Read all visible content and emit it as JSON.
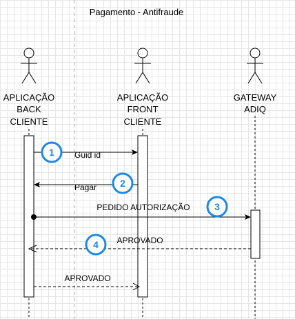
{
  "title": "Pagamento - Antifraude",
  "actors": [
    {
      "id": "back",
      "lines": [
        "APLICAÇÃO",
        "BACK",
        "CLIENTE"
      ]
    },
    {
      "id": "front",
      "lines": [
        "APLICAÇÃO",
        "FRONT",
        "CLIENTE"
      ]
    },
    {
      "id": "gateway",
      "lines": [
        "GATEWAY",
        "ADIQ"
      ]
    }
  ],
  "messages": [
    {
      "id": "m1",
      "label": "Guid id",
      "step": "1",
      "style": "solid"
    },
    {
      "id": "m2",
      "label": "Pagar",
      "step": "2",
      "style": "solid"
    },
    {
      "id": "m3",
      "label": "PEDIDO AUTORIZAÇÃO",
      "step": "3",
      "style": "solid"
    },
    {
      "id": "m4",
      "label": "APROVADO",
      "step": "4",
      "style": "dashed"
    },
    {
      "id": "m5",
      "label": "APROVADO",
      "step": "",
      "style": "dashed"
    }
  ],
  "colors": {
    "step_circle": "#1e88e5",
    "line": "#000000",
    "grid": "#e6e6e6"
  }
}
